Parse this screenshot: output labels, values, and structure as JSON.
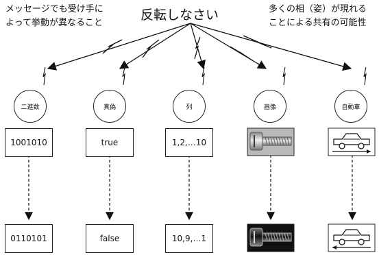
{
  "title": "反転しなさい",
  "note_left": [
    "メッセージでも受け手に",
    "よって挙動が異なること"
  ],
  "note_right": [
    "多くの相（姿）が現れる",
    "ことによる共有の可能性"
  ],
  "columns": [
    {
      "category": "二進数",
      "before": "1001010",
      "after": "0110101"
    },
    {
      "category": "真偽",
      "before": "true",
      "after": "false"
    },
    {
      "category": "列",
      "before": "1,2,…10",
      "after": "10,9,…1"
    },
    {
      "category": "画像",
      "before_icon": "screw-photo",
      "after_icon": "screw-photo-inverted"
    },
    {
      "category": "自動車",
      "before_icon": "car-right-arrow",
      "after_icon": "car-left-arrow"
    }
  ]
}
